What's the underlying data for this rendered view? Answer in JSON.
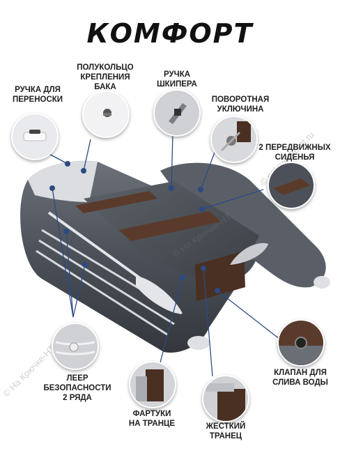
{
  "title": "КОМФОРТ",
  "colors": {
    "hull_dark": "#4e535c",
    "hull_light": "#e8e9ec",
    "seat": "#5a3b2b",
    "callout_line": "#2d4a82"
  },
  "labels": {
    "carry_handle": "РУЧКА ДЛЯ\nПЕРЕНОСКИ",
    "tank_ring": "ПОЛУКОЛЬЦО\nКРЕПЛЕНИЯ\nБАКА",
    "skipper_handle": "РУЧКА\nШКИПЕРА",
    "oarlock": "ПОВОРОТНАЯ\nУКЛЮЧИНА",
    "seats": "2 ПЕРЕДВИЖНЫХ\nСИДЕНЬЯ",
    "safety_rope": "ЛЕЕР\nБЕЗОПАСНОСТИ\n2 РЯДА",
    "transom_aprons": "ФАРТУКИ\nНА ТРАНЦЕ",
    "hard_transom": "ЖЕСТКИЙ\nТРАНЕЦ",
    "drain_valve": "КЛАПАН ДЛЯ\nСЛИВА ВОДЫ"
  },
  "watermarks": {
    "right": "© nakruchke-nt.ru",
    "left": "© На Крючке-НТ ©",
    "center": "© На Крючке-НТ"
  },
  "icons": [
    "handle-icon",
    "ring-icon",
    "skipper-handle-icon",
    "oarlock-icon",
    "seat-icon",
    "rope-icon",
    "apron-icon",
    "transom-icon",
    "valve-icon"
  ]
}
